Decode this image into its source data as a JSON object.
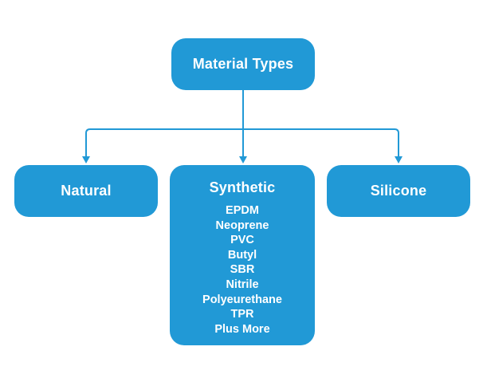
{
  "diagram": {
    "title": "Material Types",
    "colors": {
      "accent": "#2199d6",
      "node_text": "#ffffff",
      "background": "#ffffff"
    },
    "nodes": {
      "root": {
        "label": "Material Types"
      },
      "natural": {
        "label": "Natural"
      },
      "synthetic": {
        "label": "Synthetic",
        "items": [
          "EPDM",
          "Neoprene",
          "PVC",
          "Butyl",
          "SBR",
          "Nitrile",
          "Polyeurethane",
          "TPR",
          "Plus More"
        ]
      },
      "silicone": {
        "label": "Silicone"
      }
    }
  }
}
